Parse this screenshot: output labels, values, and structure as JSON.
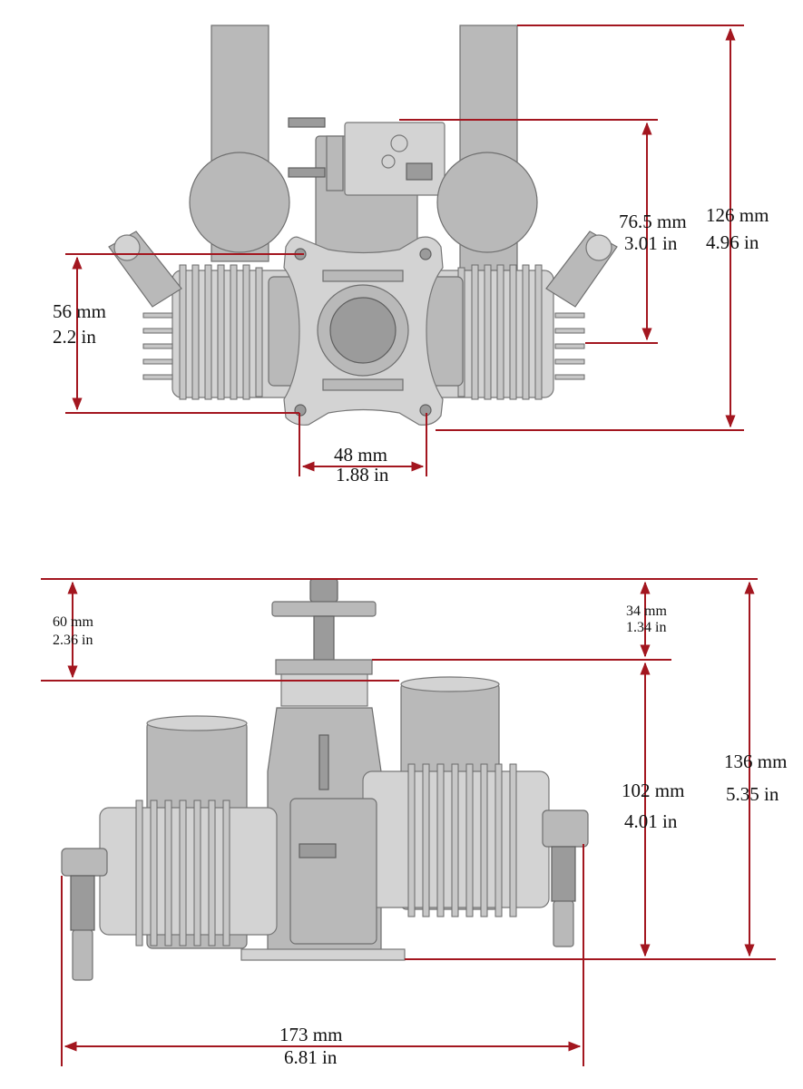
{
  "top_view": {
    "dims": {
      "total_height": {
        "mm": "126 mm",
        "in": "4.96 in"
      },
      "carb_height": {
        "mm": "76.5 mm",
        "in": "3.01 in"
      },
      "mount_height": {
        "mm": "56 mm",
        "in": "2.2 in"
      },
      "mount_width": {
        "mm": "48 mm",
        "in": "1.88 in"
      }
    }
  },
  "front_view": {
    "dims": {
      "prop_hub": {
        "mm": "60 mm",
        "in": "2.36 in"
      },
      "shaft": {
        "mm": "34 mm",
        "in": "1.34 in"
      },
      "body_height": {
        "mm": "102 mm",
        "in": "4.01 in"
      },
      "total_height": {
        "mm": "136 mm",
        "in": "5.35 in"
      },
      "total_width": {
        "mm": "173 mm",
        "in": "6.81 in"
      }
    }
  },
  "colors": {
    "dimension_line": "#a3161f",
    "metal": "#b9b9b9"
  }
}
